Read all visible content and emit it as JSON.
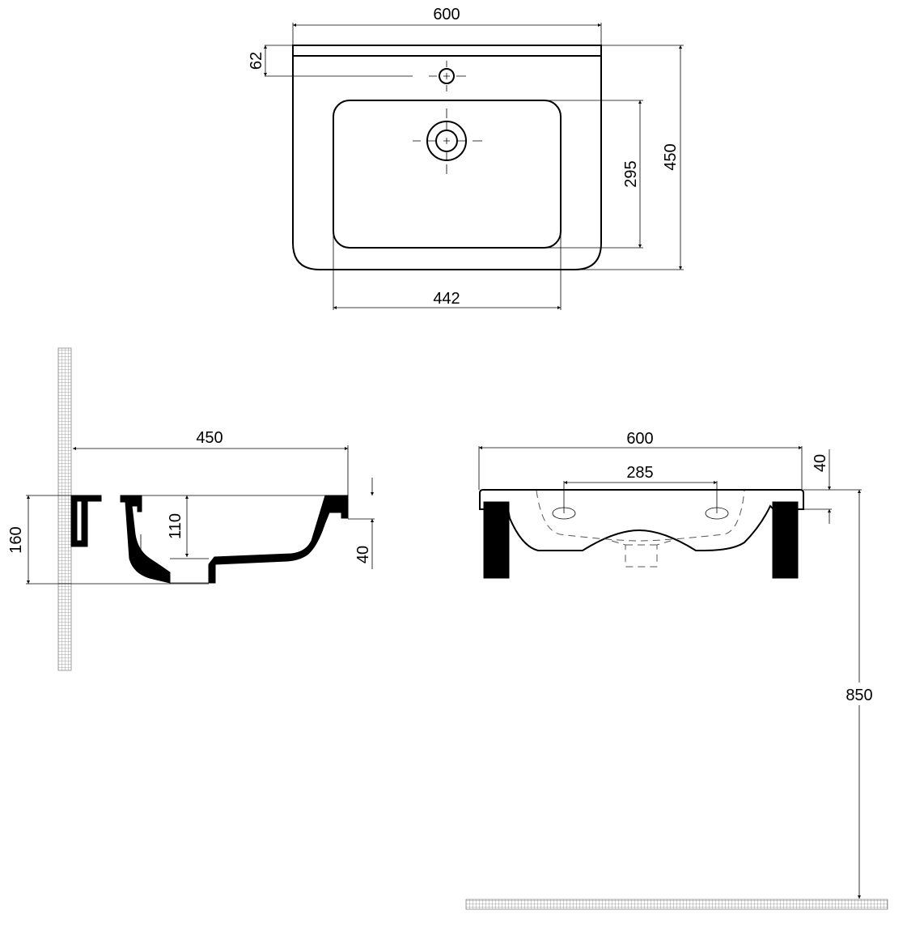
{
  "drawing": {
    "units": "mm",
    "top_view": {
      "overall_width": "600",
      "overall_depth": "450",
      "tap_hole_offset": "62",
      "bowl_width": "442",
      "bowl_depth": "295"
    },
    "side_view": {
      "depth": "450",
      "height": "160",
      "bowl_depth": "110",
      "rim_thickness": "40"
    },
    "front_view": {
      "width": "600",
      "bracket_spacing": "285",
      "rim_thickness": "40",
      "mounting_height": "850"
    }
  },
  "colors": {
    "line": "#000000",
    "hatch": "#888888",
    "background": "#ffffff"
  }
}
